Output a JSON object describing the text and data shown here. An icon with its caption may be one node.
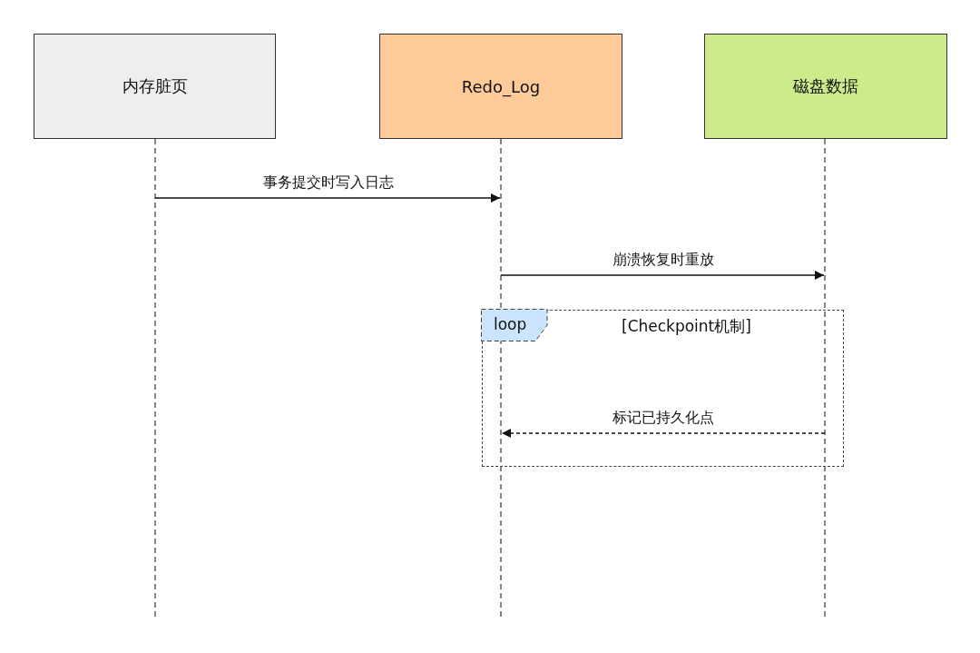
{
  "diagram": {
    "nodes": [
      {
        "text": [
          "内存脏页"
        ]
      },
      {
        "text": [
          "Redo_Log"
        ]
      },
      {
        "text": [
          "磁盘数据"
        ]
      }
    ],
    "edges": [
      {
        "from": 0,
        "to": 1,
        "arrow": "to",
        "label": "事务提交时写入日志"
      },
      {
        "from": 1,
        "to": 2,
        "arrow": "to",
        "label": "崩溃恢复时重放"
      },
      {
        "from": 2,
        "to": 1,
        "arrow": "to",
        "label": "标记已持久化点",
        "style": "dashed"
      }
    ],
    "labels": [
      "loop",
      "[Checkpoint机制]"
    ]
  }
}
